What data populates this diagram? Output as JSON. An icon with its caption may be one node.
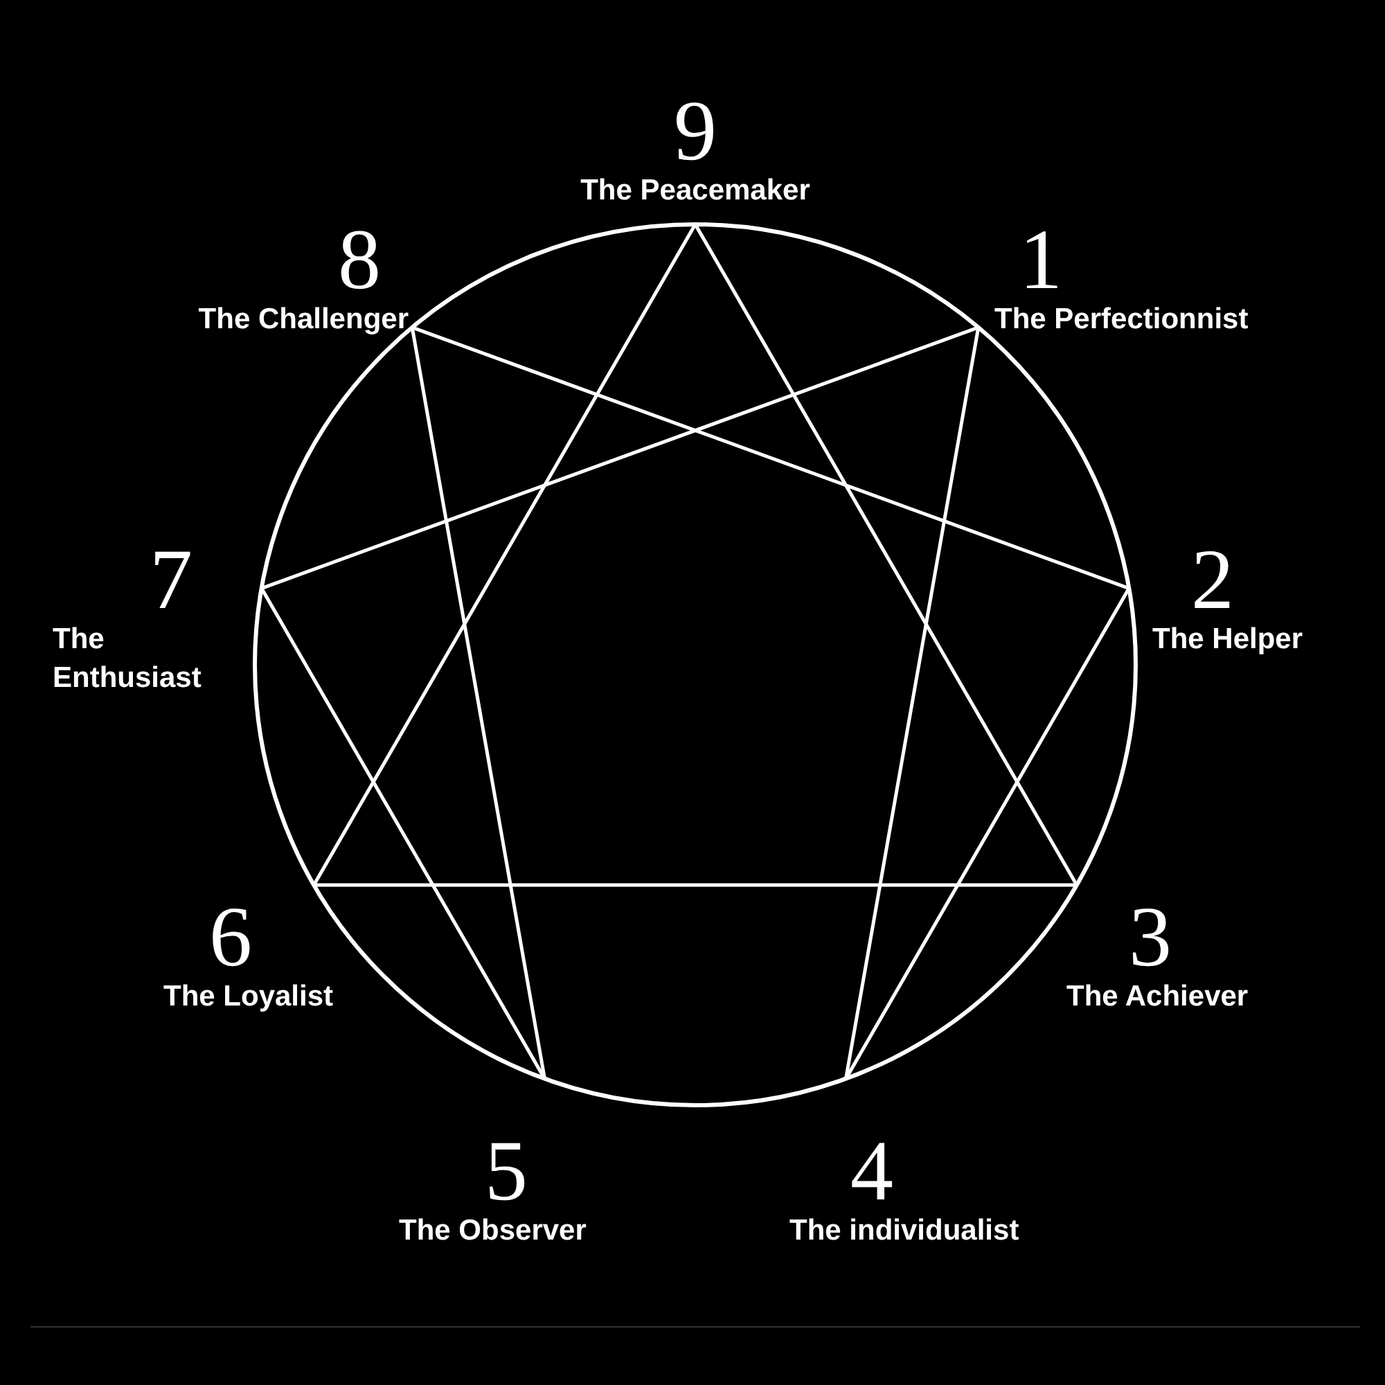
{
  "diagram": {
    "nodes": [
      {
        "text": [
          "9",
          "The Peacemaker"
        ]
      },
      {
        "text": [
          "8",
          "The Challenger"
        ]
      },
      {
        "text": [
          "1",
          "The Perfectionnist"
        ]
      },
      {
        "text": [
          "7",
          "The Enthusiast"
        ]
      },
      {
        "text": [
          "2",
          "The Helper"
        ]
      },
      {
        "text": [
          "6",
          "The Loyalist"
        ]
      },
      {
        "text": [
          "3",
          "The Achiever"
        ]
      },
      {
        "text": [
          "5",
          "The Observer"
        ]
      },
      {
        "text": [
          "4",
          "The individualist"
        ]
      }
    ],
    "edges": [
      {
        "from": 2,
        "to": 8,
        "arrow": "none"
      },
      {
        "from": 8,
        "to": 4,
        "arrow": "none"
      },
      {
        "from": 4,
        "to": 1,
        "arrow": "none"
      },
      {
        "from": 1,
        "to": 7,
        "arrow": "none"
      },
      {
        "from": 7,
        "to": 3,
        "arrow": "none"
      },
      {
        "from": 3,
        "to": 2,
        "arrow": "none"
      },
      {
        "from": 6,
        "to": 5,
        "arrow": "none"
      },
      {
        "from": 5,
        "to": 0,
        "arrow": "none"
      },
      {
        "from": 0,
        "to": 6,
        "arrow": "none"
      }
    ]
  }
}
